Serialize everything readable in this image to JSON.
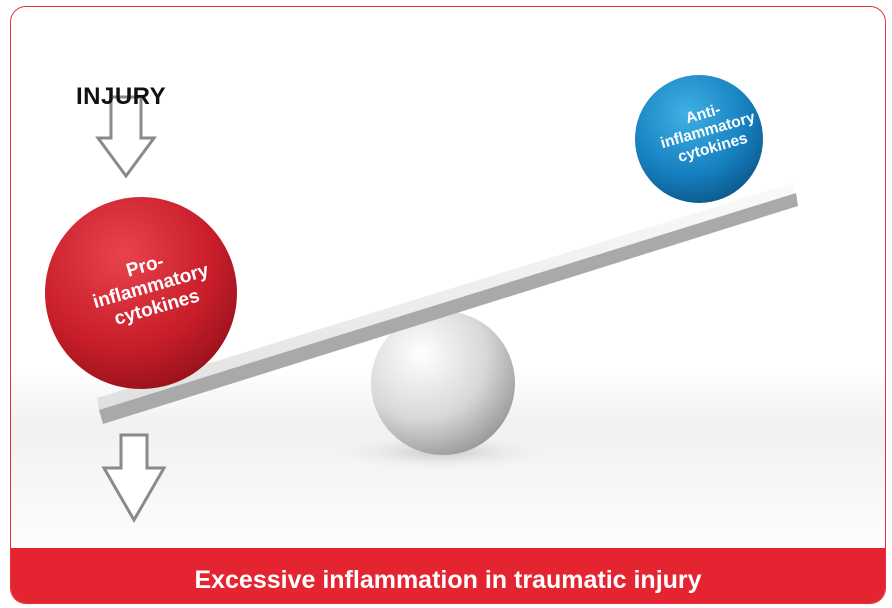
{
  "injury_label": "INJURY",
  "pro_ball": {
    "line1": "Pro-",
    "line2": "inflammatory",
    "line3": "cytokines",
    "color": "#d42030"
  },
  "anti_ball": {
    "line1": "Anti-",
    "line2": "inflammatory",
    "line3": "cytokines",
    "color": "#1a8ac8"
  },
  "footer": {
    "title": "Excessive inflammation in traumatic injury",
    "color": "#e52431"
  },
  "colors": {
    "border": "#e5303a",
    "arrow_stroke": "#8a8a8a"
  }
}
